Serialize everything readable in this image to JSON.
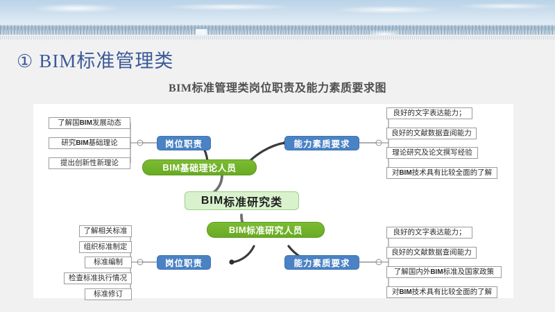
{
  "banner": {
    "alt": "city-skyline-photo"
  },
  "heading": {
    "number": "①",
    "title": "BIM标准管理类",
    "subtitle": "BIM标准管理类岗位职责及能力素质要求图"
  },
  "colors": {
    "title": "#3a5a99",
    "blue_node": "#4a82c4",
    "green_node": "#6cb02a",
    "center_node_bg": "#d9f2cd",
    "panel_bg": "#ffffff",
    "page_bg": "#f1f1f1"
  },
  "diagram": {
    "center": {
      "label": "BIM标准研究类"
    },
    "branches": [
      {
        "name": "bim-foundation-theory-staff",
        "node": "BIM基础理论人员",
        "duty": {
          "label": "岗位职责",
          "items": [
            "了解国BIM发展动态",
            "研究BIM基础理论",
            "提出创新性新理论"
          ]
        },
        "competency": {
          "label": "能力素质要求",
          "items": [
            "良好的文字表达能力；",
            "良好的文献数据查阅能力",
            "理论研究及论文撰写经验",
            "对BIM技术具有比较全面的了解"
          ]
        }
      },
      {
        "name": "bim-standard-research-staff",
        "node": "BIM标准研究人员",
        "duty": {
          "label": "岗位职责",
          "items": [
            "了解相关标准",
            "组织标准制定",
            "标准编制",
            "检查标准执行情况",
            "标准修订"
          ]
        },
        "competency": {
          "label": "能力素质要求",
          "items": [
            "良好的文字表达能力；",
            "良好的文献数据查阅能力",
            "了解国内外BIM标准及国家政策",
            "对BIM技术具有比较全面的了解"
          ]
        }
      }
    ]
  }
}
